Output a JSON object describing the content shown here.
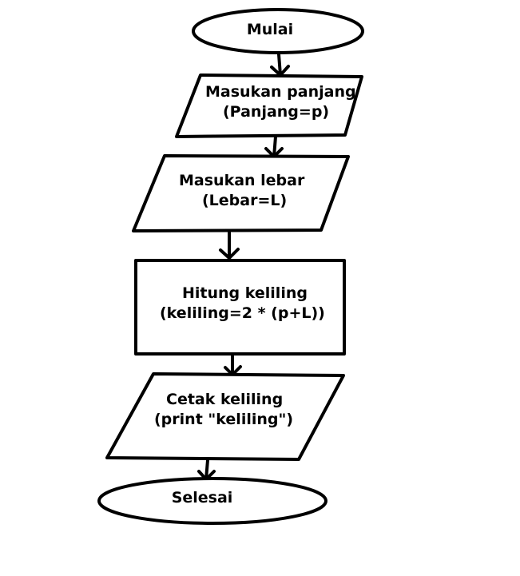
{
  "flowchart": {
    "start": {
      "text": "Mulai"
    },
    "input_length": {
      "line1": "Masukan panjang",
      "line2": "(Panjang=p)"
    },
    "input_width": {
      "line1": "Masukan lebar",
      "line2": "(Lebar=L)"
    },
    "compute": {
      "line1": "Hitung keliling",
      "line2": "(keliling=2 * (p+L))"
    },
    "output": {
      "line1": "Cetak keliling",
      "line2": "(print \"keliling\")"
    },
    "end": {
      "text": "Selesai"
    }
  }
}
